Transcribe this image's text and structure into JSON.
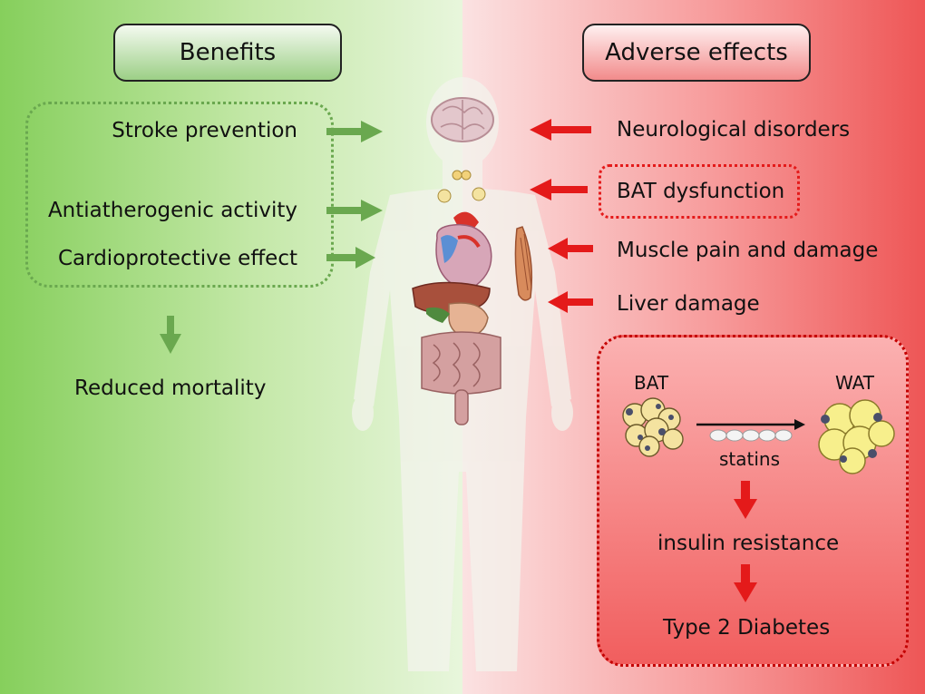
{
  "headers": {
    "benefits": "Benefits",
    "adverse": "Adverse effects"
  },
  "benefits": {
    "items": [
      "Stroke prevention",
      "Antiatherogenic activity",
      "Cardioprotective effect"
    ],
    "outcome": "Reduced mortality"
  },
  "adverse": {
    "items": [
      "Neurological disorders",
      "BAT dysfunction",
      "Muscle pain and damage",
      "Liver damage"
    ],
    "mechanism": {
      "bat_label": "BAT",
      "wat_label": "WAT",
      "drug_label": "statins",
      "step1": "insulin resistance",
      "step2": "Type 2 Diabetes"
    }
  },
  "colors": {
    "benefit_green": "#6aa84f",
    "adverse_red": "#e41a1a",
    "body_silhouette": "#f3f3ec"
  },
  "icons": [
    "brain-icon",
    "thyroid-icon",
    "brown-fat-icon",
    "heart-icon",
    "muscle-icon",
    "liver-icon",
    "stomach-icon",
    "intestine-icon",
    "pill-icon",
    "fat-cell-icon"
  ]
}
